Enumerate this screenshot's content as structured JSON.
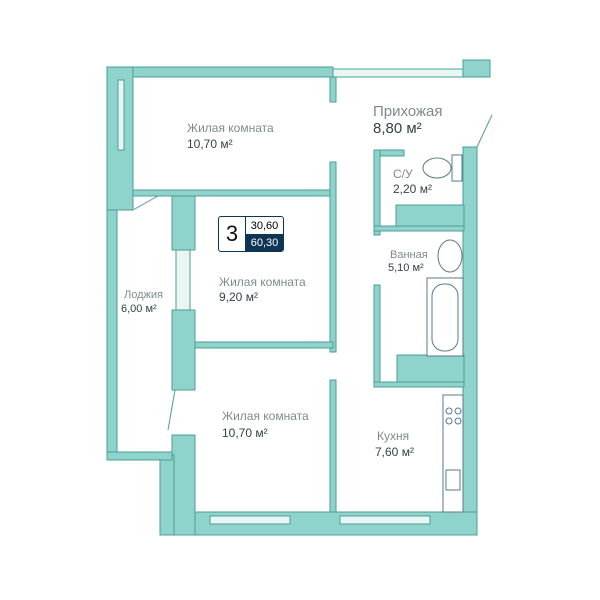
{
  "colors": {
    "wall": "#8fd4cc",
    "wall_outline": "#4d9d95",
    "badge": "#0f3556"
  },
  "badge": {
    "rooms": "3",
    "living_area": "30,60",
    "total_area": "60,30"
  },
  "rooms": [
    {
      "name": "Жилая комната",
      "area": "10,70 м²"
    },
    {
      "name": "Прихожая",
      "area": "8,80 м²"
    },
    {
      "name": "С/У",
      "area": "2,20 м²"
    },
    {
      "name": "Ванная",
      "area": "5,10 м²"
    },
    {
      "name": "Жилая комната",
      "area": "9,20 м²"
    },
    {
      "name": "Лоджия",
      "area": "6,00 м²"
    },
    {
      "name": "Жилая комната",
      "area": "10,70 м²"
    },
    {
      "name": "Кухня",
      "area": "7,60 м²"
    }
  ]
}
